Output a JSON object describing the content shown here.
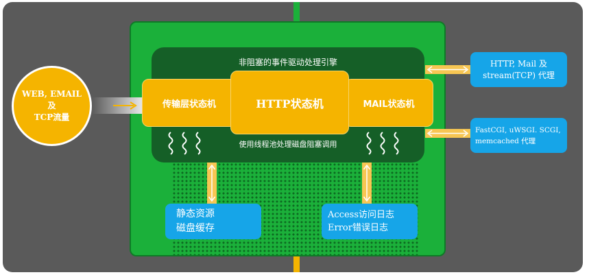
{
  "engine": {
    "top_label": "非阻塞的事件驱动处理引擎",
    "bottom_label": "使用线程池处理磁盘阻塞调用"
  },
  "state_machines": {
    "transport": "传输层状态机",
    "http": "HTTP状态机",
    "mail": "MAIL状态机"
  },
  "input_circle": {
    "line1": "WEB, EMAIL",
    "line2": "及",
    "line3": "TCP流量"
  },
  "right_boxes": {
    "proxy_http": {
      "line1": "HTTP, Mail 及",
      "line2": "stream(TCP) 代理"
    },
    "proxy_cgi": {
      "line1": "FastCGI, uWSGI. SCGI,",
      "line2": "memcached 代理"
    }
  },
  "bottom_boxes": {
    "static": {
      "line1": "静态资源",
      "line2": "磁盘缓存"
    },
    "logs": {
      "line1": "Access访问日志",
      "line2": "Error错误日志"
    }
  },
  "colors": {
    "background": "#5a5a5a",
    "board": "#1bb03a",
    "engine": "#155f27",
    "state_machine": "#f5b400",
    "info_box": "#16a5e8"
  }
}
